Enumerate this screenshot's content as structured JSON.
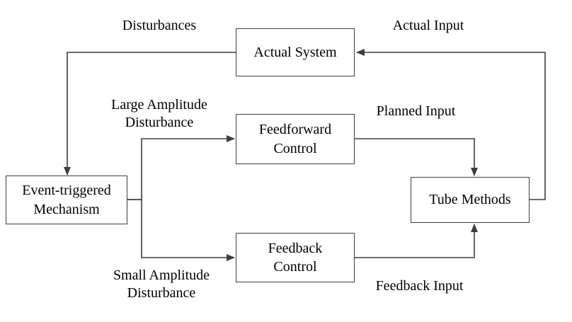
{
  "diagram": {
    "nodes": {
      "actual_system": {
        "label": "Actual System"
      },
      "feedforward_control": {
        "label": "Feedforward\nControl"
      },
      "event_triggered_mechanism": {
        "label": "Event-triggered\nMechanism"
      },
      "tube_methods": {
        "label": "Tube Methods"
      },
      "feedback_control": {
        "label": "Feedback\nControl"
      }
    },
    "edge_labels": {
      "disturbances": "Disturbances",
      "actual_input": "Actual Input",
      "large_amplitude_disturbance": "Large Amplitude\nDisturbance",
      "planned_input": "Planned Input",
      "small_amplitude_disturbance": "Small Amplitude\nDisturbance",
      "feedback_input": "Feedback Input"
    },
    "colors": {
      "line": "#3d3d3d",
      "box_border": "#3d3d3d",
      "background": "#ffffff",
      "text": "#000000"
    }
  }
}
